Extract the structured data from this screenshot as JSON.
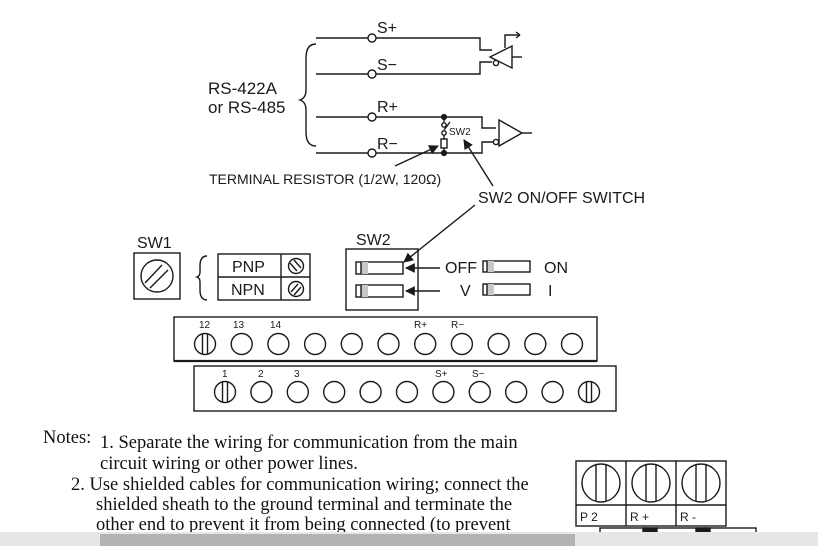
{
  "circuit": {
    "bus_label_line1": "RS-422A",
    "bus_label_line2": "or RS-485",
    "lines": [
      "S+",
      "S−",
      "R+",
      "R−"
    ],
    "switch_label": "SW2",
    "resistor_callout": "TERMINAL RESISTOR (1/2W, 120Ω)",
    "switch_callout": "SW2 ON/OFF SWITCH"
  },
  "sw1": {
    "title": "SW1",
    "options": [
      "PNP",
      "NPN"
    ]
  },
  "sw2": {
    "title": "SW2",
    "rows": [
      {
        "left": "OFF",
        "right": "ON"
      },
      {
        "left": "V",
        "right": "I"
      }
    ]
  },
  "terminals": {
    "upper_labels": [
      "12",
      "13",
      "14",
      "R+",
      "R−"
    ],
    "lower_labels": [
      "1",
      "2",
      "3",
      "S+",
      "S−"
    ]
  },
  "notes": {
    "label": "Notes:",
    "lines": [
      "1. Separate the wiring for communication from the main",
      "circuit wiring or other power lines.",
      "2. Use shielded cables for communication wiring; connect the",
      "shielded sheath to the ground terminal and terminate the",
      "other end to prevent it from being connected (to prevent"
    ]
  },
  "inset": {
    "labels": [
      "P 2",
      "R +",
      "R -"
    ]
  }
}
